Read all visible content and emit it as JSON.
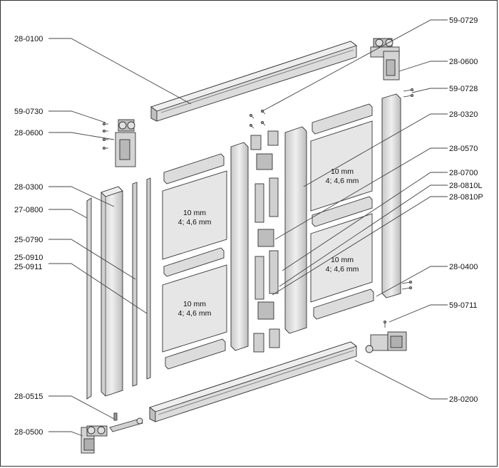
{
  "labels": {
    "l_28_0100": "28-0100",
    "l_59_0730": "59-0730",
    "l_28_0600_left": "28-0600",
    "l_28_0300": "28-0300",
    "l_27_0800": "27-0800",
    "l_25_0790": "25-0790",
    "l_25_0910": "25-0910",
    "l_25_0911": "25-0911",
    "l_28_0515": "28-0515",
    "l_28_0500": "28-0500",
    "l_59_0729": "59-0729",
    "l_28_0600_right": "28-0600",
    "l_59_0728": "59-0728",
    "l_28_0320": "28-0320",
    "l_28_0570": "28-0570",
    "l_28_0700": "28-0700",
    "l_28_0810L": "28-0810L",
    "l_28_0810P": "28-0810P",
    "l_28_0400": "28-0400",
    "l_59_0711": "59-0711",
    "l_28_0200": "28-0200"
  },
  "panels": [
    {
      "line1": "10 mm",
      "line2": "4; 4,6 mm"
    },
    {
      "line1": "10 mm",
      "line2": "4; 4,6 mm"
    },
    {
      "line1": "10 mm",
      "line2": "4; 4,6 mm"
    },
    {
      "line1": "10 mm",
      "line2": "4; 4,6 mm"
    }
  ],
  "colors": {
    "line": "#333333",
    "panel_fill": "#e6e6e6",
    "part_fill": "#d4d4d4",
    "part_dark": "#b8b8b8",
    "background": "#ffffff"
  }
}
